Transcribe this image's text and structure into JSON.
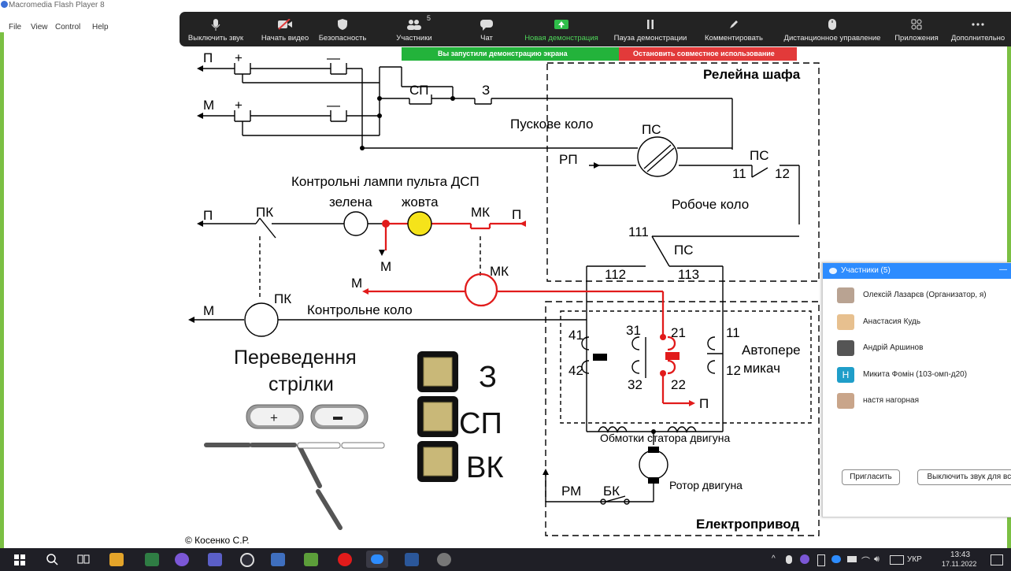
{
  "flash": {
    "title": "Macromedia Flash Player 8",
    "menu": [
      "File",
      "View",
      "Control",
      "Help"
    ]
  },
  "zoom_toolbar": {
    "items": [
      {
        "label": "Выключить звук",
        "icon": "microphone-icon"
      },
      {
        "label": "Начать видео",
        "icon": "video-off-icon"
      },
      {
        "label": "Безопасность",
        "icon": "shield-icon"
      },
      {
        "label": "Участники",
        "icon": "participants-icon",
        "badge": "5"
      },
      {
        "label": "Чат",
        "icon": "chat-icon"
      },
      {
        "label": "Новая демонстрация",
        "icon": "share-screen-icon",
        "highlight": "#4fd65a"
      },
      {
        "label": "Пауза демонстрации",
        "icon": "pause-icon"
      },
      {
        "label": "Комментировать",
        "icon": "pen-icon"
      },
      {
        "label": "Дистанционное управление",
        "icon": "mouse-icon"
      },
      {
        "label": "Приложения",
        "icon": "apps-icon"
      },
      {
        "label": "Дополнительно",
        "icon": "more-icon"
      }
    ]
  },
  "share_bar": {
    "status": "Вы запустили демонстрацию экрана",
    "stop": "Остановить совместное использование"
  },
  "diagram": {
    "labels": {
      "p1": "П",
      "plus1": "+",
      "minus1": "—",
      "m1": "М",
      "plus2": "+",
      "minus2": "—",
      "sp": "СП",
      "z": "З",
      "pusk": "Пускове коло",
      "releina": "Релейна шафа",
      "ps1": "ПС",
      "rp": "РП",
      "ps2": "ПС",
      "n11": "11",
      "n12": "12",
      "robo": "Робоче коло",
      "n111": "111",
      "ps3": "ПС",
      "n112": "112",
      "n113": "113",
      "lamps_title": "Контрольні лампи пульта ДСП",
      "zelena": "зелена",
      "zhovta": "жовта",
      "p2": "П",
      "pk1": "ПК",
      "mk1": "МК",
      "p3": "П",
      "m2": "М",
      "m3": "М",
      "mk2": "МК",
      "m4": "М",
      "pk2": "ПК",
      "kontrol": "Контрольне коло",
      "n41": "41",
      "n31": "31",
      "n21": "21",
      "n11b": "11",
      "avto1": "Автопере",
      "avto2": "микач",
      "n42": "42",
      "n32": "32",
      "n22": "22",
      "n12b": "12",
      "p4": "П",
      "obmotky": "Обмотки статора двигуна",
      "rm": "РМ",
      "bk": "БК",
      "rotor": "Ротор двигуна",
      "elektro": "Електропривод",
      "perev1": "Переведення",
      "perev2": "стрілки",
      "btn_plus": "+",
      "btn_minus": "-",
      "ind_z": "З",
      "ind_sp": "СП",
      "ind_vk": "ВК",
      "copyright": "© Косенко С.Р."
    },
    "colors": {
      "active_circuit": "#e11b1b",
      "yellow_lamp": "#f5e31a",
      "indicator": "#c9b878"
    }
  },
  "participants": {
    "title": "Участники (5)",
    "list": [
      {
        "name": "Олексій Лазарєв (Организатор, я)",
        "avatar_color": "#b9a392"
      },
      {
        "name": "Анастасия Кудь",
        "avatar_color": "#e7c08f"
      },
      {
        "name": "Андрій Аршинов",
        "avatar_color": "#555555"
      },
      {
        "name": "Микита Фомін (103-омп-д20)",
        "avatar_color": "#1f9ec9",
        "initial": "Н"
      },
      {
        "name": "настя нагорная",
        "avatar_color": "#c9a58a"
      }
    ],
    "invite": "Пригласить",
    "mute_all": "Выключить звук для всех"
  },
  "taskbar": {
    "lang": "УКР",
    "time": "13:43",
    "date": "17.11.2022"
  }
}
